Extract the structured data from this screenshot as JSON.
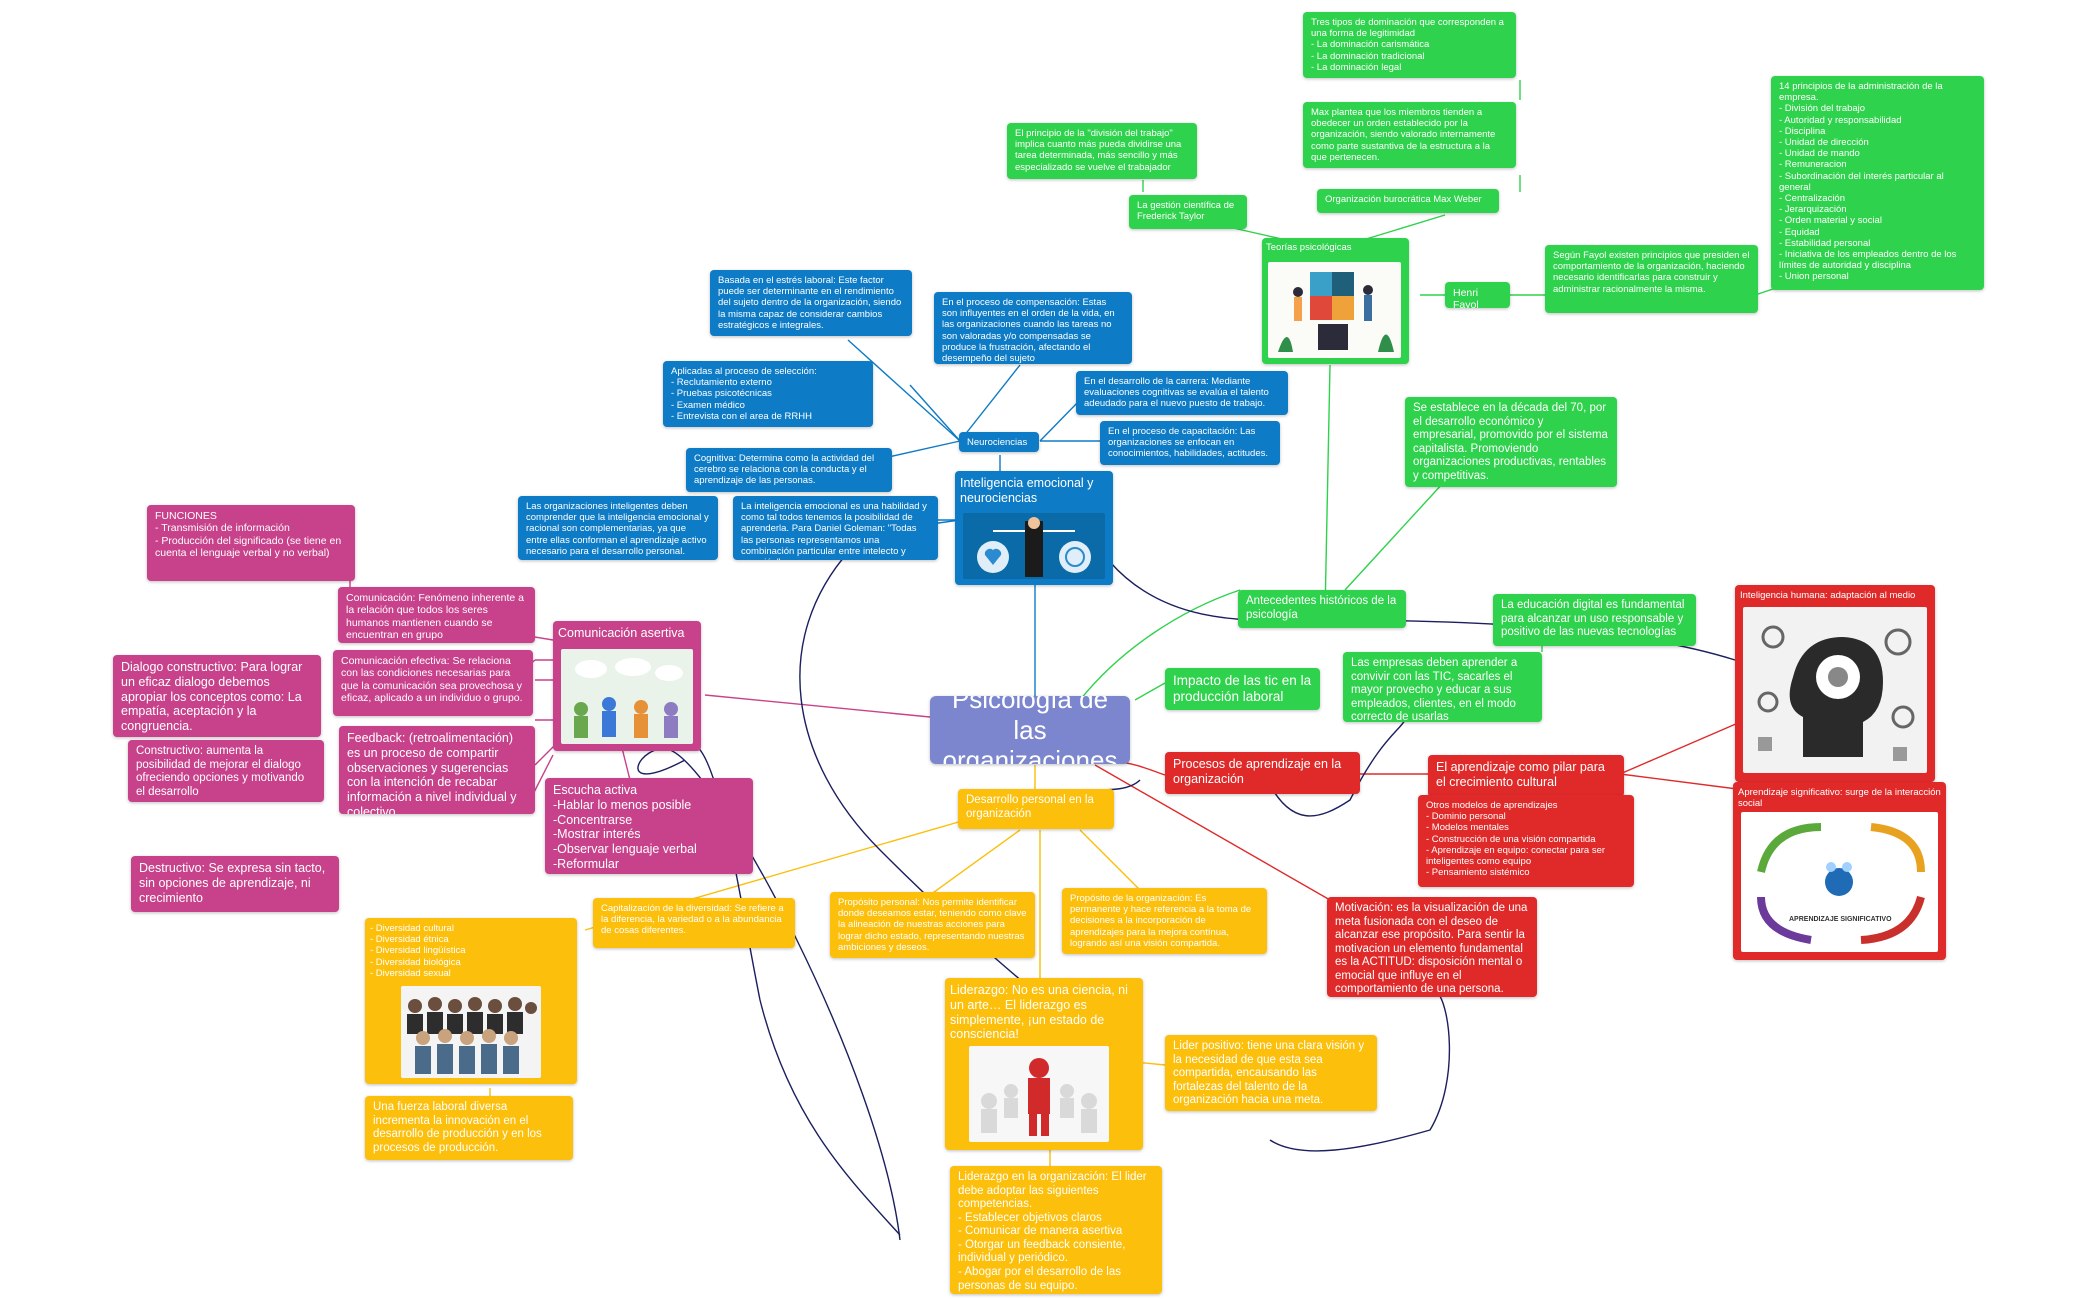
{
  "colors": {
    "blue": "#0e7bc6",
    "green": "#2fd24c",
    "pink": "#c8428b",
    "red": "#e02a2a",
    "gold": "#fbbf0c",
    "center": "#7b86cf",
    "connector_dark": "#1a1f5e"
  },
  "center": "Psicología de las organizaciones",
  "green": {
    "dominacion": "Tres tipos de dominación que corresponden a una forma de legitimidad\n  - La dominación carismática\n  - La dominación tradicional\n  - La dominación legal",
    "max_plantea": "Max plantea que los miembros tienden a obedecer un orden establecido por la organización, siendo valorado internamente como parte sustantiva de la estructura a la que pertenecen.",
    "weber": "Organización burocrática Max Weber",
    "division": "El principio de la \"división del trabajo\" implica cuanto más pueda dividirse una tarea determinada, más sencillo y más especializado se vuelve el trabajador",
    "taylor": "La gestión científica de Frederick Taylor",
    "teorias": "Teorías psicológicas",
    "principios": "14 principios de la administración de la empresa.\n - División del trabajo\n - Autoridad y responsabilidad\n - Disciplina\n - Unidad de dirección\n - Unidad de mando\n - Remuneracion\n - Subordinación del interés particular al general\n - Centralización\n - Jerarquización\n - Orden material y social\n - Equidad\n - Estabilidad personal\n - Iniciativa de los empleados dentro de los límites de autoridad y disciplina\n - Union personal",
    "segun_fayol": "Según Fayol existen principios que presiden el comportamiento de la organización, haciendo necesario identificarlas para construir y administrar racionalmente la misma.",
    "fayol": "Henri Fayol",
    "decada70": "Se establece en la década del 70, por el desarrollo económico y empresarial, promovido por el sistema capitalista. Promoviendo organizaciones productivas, rentables y competitivas.",
    "antecedentes": "Antecedentes históricos de la psicología",
    "educacion": "La educación digital es fundamental para alcanzar un uso responsable y positivo de las nuevas tecnologías",
    "impacto": "Impacto de las tic en la producción laboral",
    "empresas": "Las empresas deben aprender a convivir con las TIC, sacarles el mayor provecho y educar a sus empleados, clientes, en el modo correcto de usarlas"
  },
  "blue": {
    "estres": "Basada en el estrés laboral: Este factor puede ser determinante en el rendimiento del sujeto dentro de la organización, siendo la misma capaz de considerar cambios estratégicos e integrales.",
    "compensacion": "En el proceso de compensación: Estas son influyentes en el orden de la vida, en las organizaciones cuando las tareas no son valoradas y/o compensadas se produce la frustración, afectando el desempeño del sujeto",
    "seleccion": "Aplicadas al proceso de selección:\n   - Reclutamiento externo\n   - Pruebas psicotécnicas\n   - Examen médico\n   - Entrevista con el area de RRHH",
    "carrera": "En el desarrollo de la carrera: Mediante evaluaciones cognitivas se evalúa el talento adeudado para el nuevo puesto de trabajo.",
    "neurociencias": "Neurociencias",
    "capacitacion": "En el proceso de capacitación: Las organizaciones se enfocan en conocimientos, habilidades, actitudes.",
    "cognitiva": "Cognitiva: Determina como la actividad del cerebro se relaciona con la conducta y el aprendizaje de las personas.",
    "inteligencia": "Inteligencia emocional y neurociencias",
    "inteligentes": "Las organizaciones inteligentes deben comprender que la inteligencia emocional y racional son complementarias, ya que entre ellas conforman el aprendizaje activo necesario para el desarrollo personal.",
    "goleman": "La inteligencia emocional es una habilidad y como tal todos tenemos la posibilidad de aprenderla. Para Daniel Goleman: \"Todas las personas representamos una combinación particular entre intelecto y emoción\"."
  },
  "pink": {
    "funciones": "FUNCIONES\n  - Transmisión de información\n  - Producción del significado (se tiene en cuenta el lenguaje verbal y no verbal)",
    "comunicacion": "Comunicación: Fenómeno inherente a la relación que todos los seres humanos mantienen cuando se encuentran en grupo",
    "dialogo": "Dialogo constructivo: Para lograr un eficaz dialogo debemos apropiar  los conceptos como: La empatía, aceptación y la congruencia.",
    "efectiva": "Comunicación efectiva: Se relaciona con las condiciones necesarias para que la comunicación sea provechosa y eficaz, aplicado a un individuo o grupo.",
    "asertiva": "Comunicación asertiva",
    "constructivo": "Constructivo: aumenta la posibilidad de mejorar el dialogo ofreciendo opciones y motivando el desarrollo",
    "feedback": "Feedback: (retroalimentación) es un proceso de compartir observaciones y sugerencias con la intención de recabar información a nivel individual y colectivo.",
    "escucha": "Escucha activa\n -Hablar lo menos posible\n -Concentrarse\n -Mostrar interés\n -Observar lenguaje verbal\n -Reformular",
    "destructivo": "Destructivo: Se expresa sin tacto, sin opciones de aprendizaje, ni crecimiento"
  },
  "red": {
    "humana": "Inteligencia humana: adaptación al medio",
    "procesos": "Procesos de aprendizaje en la organización",
    "pilar": "El aprendizaje como pilar para el crecimiento cultural",
    "otros": "Otros modelos de aprendizajes\n  - Dominio personal\n  - Modelos mentales\n  - Construcción de una visión compartida\n  - Aprendizaje en equipo: conectar para ser inteligentes como equipo\n  - Pensamiento sistémico",
    "significativo": "Aprendizaje significativo: surge de la interacción social",
    "motivacion": "Motivación: es la visualización de una meta fusionada con el deseo de alcanzar ese propósito. Para sentir la motivacion un elemento fundamental es la ACTITUD: disposición mental o emocial que influye en el comportamiento de una persona.",
    "sig_img_title": "APRENDIZAJE SIGNIFICATIVO"
  },
  "gold": {
    "desarrollo": "Desarrollo personal en la organización",
    "capitalizacion": "Capitalización de la diversidad: Se refiere a la diferencia, la variedad o a la abundancia de cosas diferentes.",
    "proposito_personal": "Propósito personal: Nos permite identificar donde deseamos estar, teniendo como clave la alineación de nuestras acciones para lograr dicho estado, representando nuestras ambiciones y deseos.",
    "proposito_org": "Propósito de la organización: Es permanente y hace referencia a la toma de decisiones a la incorporación de aprendizajes para la mejora contínua, logrando así una visión compartida.",
    "diversidad": "- Diversidad cultural\n - Diversidad étnica\n   - Diversidad lingüística\n - Diversidad biológica\n - Diversidad sexual",
    "liderazgo": "Liderazgo: No es una ciencia, ni un arte… El liderazgo es simplemente, ¡un estado de consciencia!",
    "fuerza": "Una fuerza laboral diversa incrementa la innovación en el desarrollo de producción y en los procesos de producción.",
    "lider_positivo": "Lider positivo: tiene una clara visión y la necesidad de que esta sea compartida, encausando las fortalezas del talento de la organización hacia una meta.",
    "liderazgo_org": "Liderazgo en la organización: El lider debe adoptar las siguientes competencias.\n - Establecer objetivos claros\n - Comunicar de manera asertiva\n - Otorgar un feedback consiente, individual y periódico.\n - Abogar por el desarrollo de las personas de su equipo."
  }
}
